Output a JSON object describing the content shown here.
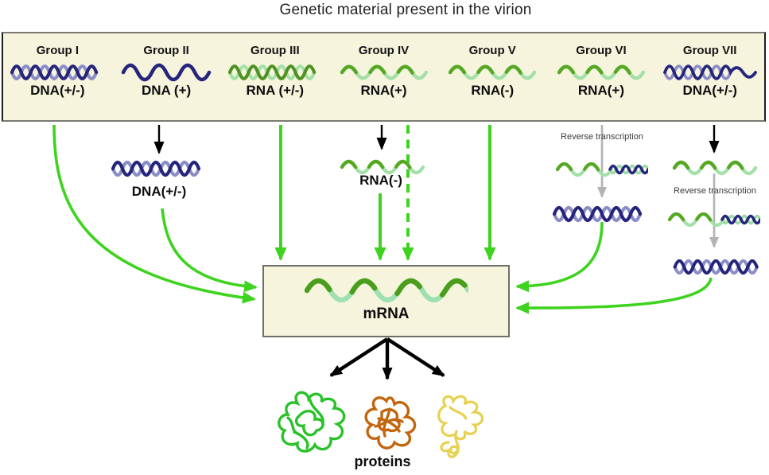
{
  "title": "Genetic material present in the virion",
  "virion_box": {
    "groups": [
      {
        "name": "Group I",
        "genome": "DNA(+/-)",
        "icon": "dna-double-helix"
      },
      {
        "name": "Group II",
        "genome": "DNA (+)",
        "icon": "dna-single-strand"
      },
      {
        "name": "Group III",
        "genome": "RNA (+/-)",
        "icon": "rna-double-helix"
      },
      {
        "name": "Group IV",
        "genome": "RNA(+)",
        "icon": "rna-single-strand"
      },
      {
        "name": "Group V",
        "genome": "RNA(-)",
        "icon": "rna-single-strand"
      },
      {
        "name": "Group VI",
        "genome": "RNA(+)",
        "icon": "rna-single-strand"
      },
      {
        "name": "Group VII",
        "genome": "DNA(+/-)",
        "icon": "dna-rna-hybrid-helix"
      }
    ]
  },
  "pathways": {
    "group2_intermediate": "DNA(+/-)",
    "group4_intermediate": "RNA(-)",
    "group6_process": "Reverse transcription",
    "group7_process": "Reverse transcription"
  },
  "mrna": {
    "label": "mRNA"
  },
  "proteins": {
    "label": "proteins"
  },
  "colors": {
    "panel_fill": "#f6f4dd",
    "panel_border": "#7b7b73",
    "arrow_green": "#3ed31e",
    "arrow_black": "#000000",
    "arrow_gray": "#b3b3b3",
    "dna_dark": "#26257c",
    "dna_light": "#8d8dc6",
    "rna_dark": "#55a823",
    "rna_light": "#a5e0a8",
    "mrna_dark": "#4a9e1c",
    "mrna_light": "#9fe0b0",
    "protein_green": "#29c229",
    "protein_orange": "#c2660f",
    "protein_yellow": "#e8d050"
  }
}
